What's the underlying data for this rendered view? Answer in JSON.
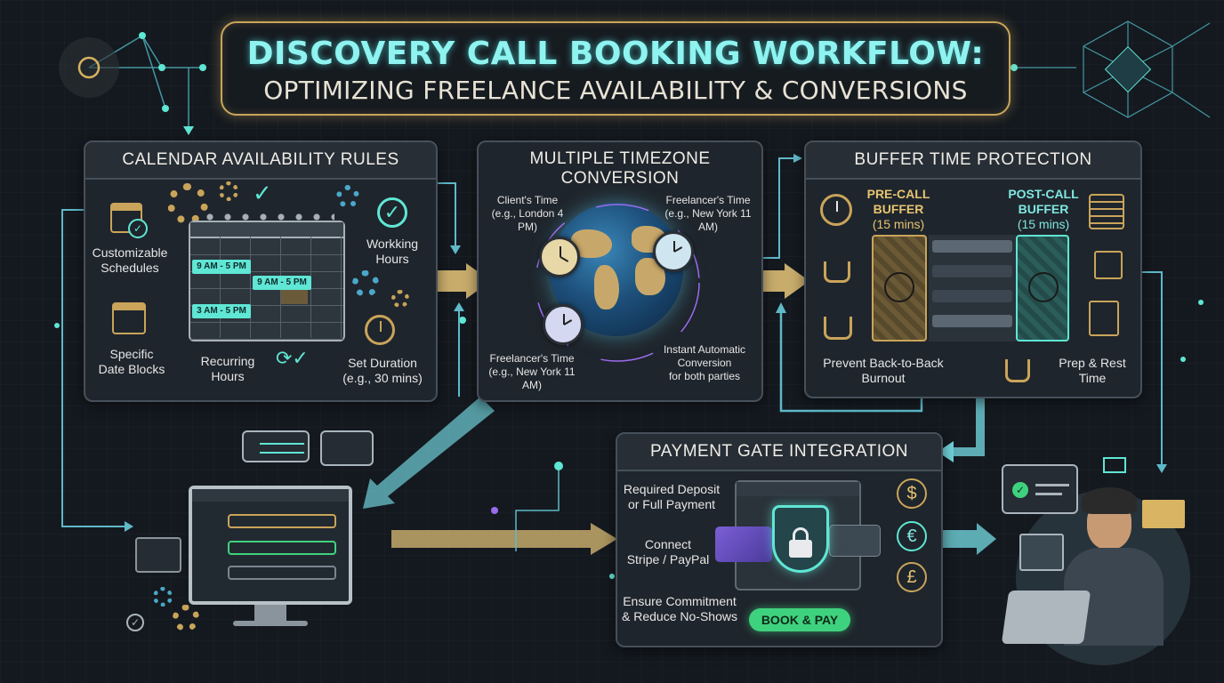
{
  "title": {
    "main": "DISCOVERY CALL BOOKING WORKFLOW:",
    "sub": "OPTIMIZING FREELANCE AVAILABILITY & CONVERSIONS"
  },
  "calendar_panel": {
    "heading": "CALENDAR AVAILABILITY RULES",
    "customizable": [
      "Customizable",
      "Schedules"
    ],
    "working": [
      "Workking",
      "Hours"
    ],
    "specific": [
      "Specific",
      "Date Blocks"
    ],
    "recurring": [
      "Recurring",
      "Hours"
    ],
    "duration": [
      "Set Duration",
      "(e.g., 30 mins)"
    ],
    "slots": [
      "9 AM - 5 PM",
      "9 AM - 5 PM",
      "3 AM - 5 PM"
    ]
  },
  "timezone_panel": {
    "heading": [
      "MULTIPLE TIMEZONE",
      "CONVERSION"
    ],
    "client": [
      "Client's Time",
      "(e.g., London 4 PM)"
    ],
    "freelancer_top": [
      "Freelancer's Time",
      "(e.g., New York 11 AM)"
    ],
    "freelancer_bottom": [
      "Freelancer's Time",
      "(e.g., New York 11 AM)"
    ],
    "instant": [
      "Instant Automatic",
      "Conversion",
      "for both parties"
    ]
  },
  "buffer_panel": {
    "heading": "BUFFER TIME PROTECTION",
    "pre": [
      "PRE-CALL",
      "BUFFER",
      "(15 mins)"
    ],
    "post": [
      "POST-CALL",
      "BUFFER",
      "(15 mins)"
    ],
    "prevent": [
      "Prevent Back-to-Back",
      "Burnout"
    ],
    "prep": [
      "Prep & Rest",
      "Time"
    ]
  },
  "payment_panel": {
    "heading": "PAYMENT GATE INTEGRATION",
    "deposit": [
      "Required Deposit",
      "or Full Payment"
    ],
    "connect": [
      "Connect",
      "Stripe / PayPal"
    ],
    "ensure": [
      "Ensure Commitment",
      "& Reduce No-Shows"
    ],
    "button": "BOOK & PAY",
    "currencies": [
      "$",
      "€",
      "£"
    ]
  },
  "colors": {
    "accent_teal": "#5fe6d4",
    "accent_gold": "#e8c77a",
    "button_green": "#3fd27e"
  }
}
